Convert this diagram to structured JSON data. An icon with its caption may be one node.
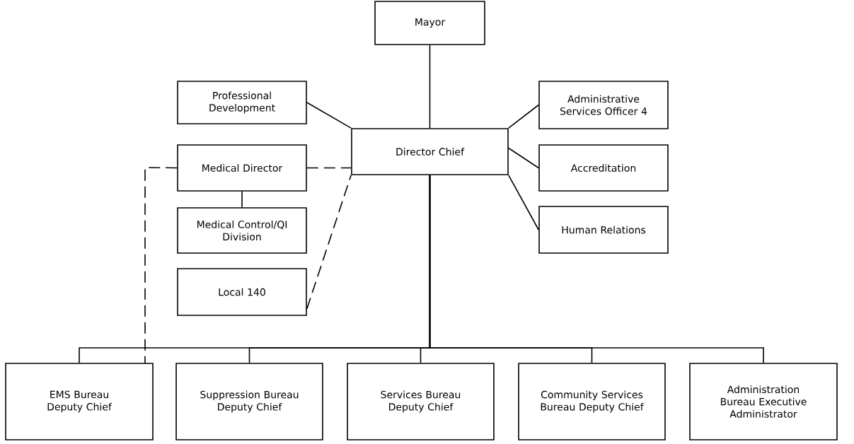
{
  "diagram": {
    "nodes": [
      {
        "text": [
          "Mayor"
        ]
      },
      {
        "text": [
          "Professional Development"
        ]
      },
      {
        "text": [
          "Director Chief"
        ]
      },
      {
        "text": [
          "Administrative Services Officer 4"
        ]
      },
      {
        "text": [
          "Accreditation"
        ]
      },
      {
        "text": [
          "Human Relations"
        ]
      },
      {
        "text": [
          "Medical Director"
        ]
      },
      {
        "text": [
          "Medical Control/QI Division"
        ]
      },
      {
        "text": [
          "Local 140"
        ]
      },
      {
        "text": [
          "EMS Bureau Deputy Chief"
        ]
      },
      {
        "text": [
          "Suppression Bureau Deputy Chief"
        ]
      },
      {
        "text": [
          "Services Bureau Deputy Chief"
        ]
      },
      {
        "text": [
          "Community Services Bureau Deputy Chief"
        ]
      },
      {
        "text": [
          "Administration Bureau Executive Administrator"
        ]
      }
    ],
    "edges": [
      {
        "from": 0,
        "to": 2,
        "arrow": "none"
      },
      {
        "from": 1,
        "to": 2,
        "arrow": "none"
      },
      {
        "from": 3,
        "to": 2,
        "arrow": "none"
      },
      {
        "from": 4,
        "to": 2,
        "arrow": "none"
      },
      {
        "from": 5,
        "to": 2,
        "arrow": "none"
      },
      {
        "from": 6,
        "to": 2,
        "arrow": "none",
        "style": "dashed"
      },
      {
        "from": 6,
        "to": 7,
        "arrow": "none"
      },
      {
        "from": 8,
        "to": 2,
        "arrow": "none",
        "style": "dashed"
      },
      {
        "from": 6,
        "to": 9,
        "arrow": "none",
        "style": "dashed"
      },
      {
        "from": 2,
        "to": 9,
        "arrow": "none"
      },
      {
        "from": 2,
        "to": 10,
        "arrow": "none"
      },
      {
        "from": 2,
        "to": 11,
        "arrow": "none"
      },
      {
        "from": 2,
        "to": 12,
        "arrow": "none"
      },
      {
        "from": 2,
        "to": 13,
        "arrow": "none"
      }
    ]
  }
}
